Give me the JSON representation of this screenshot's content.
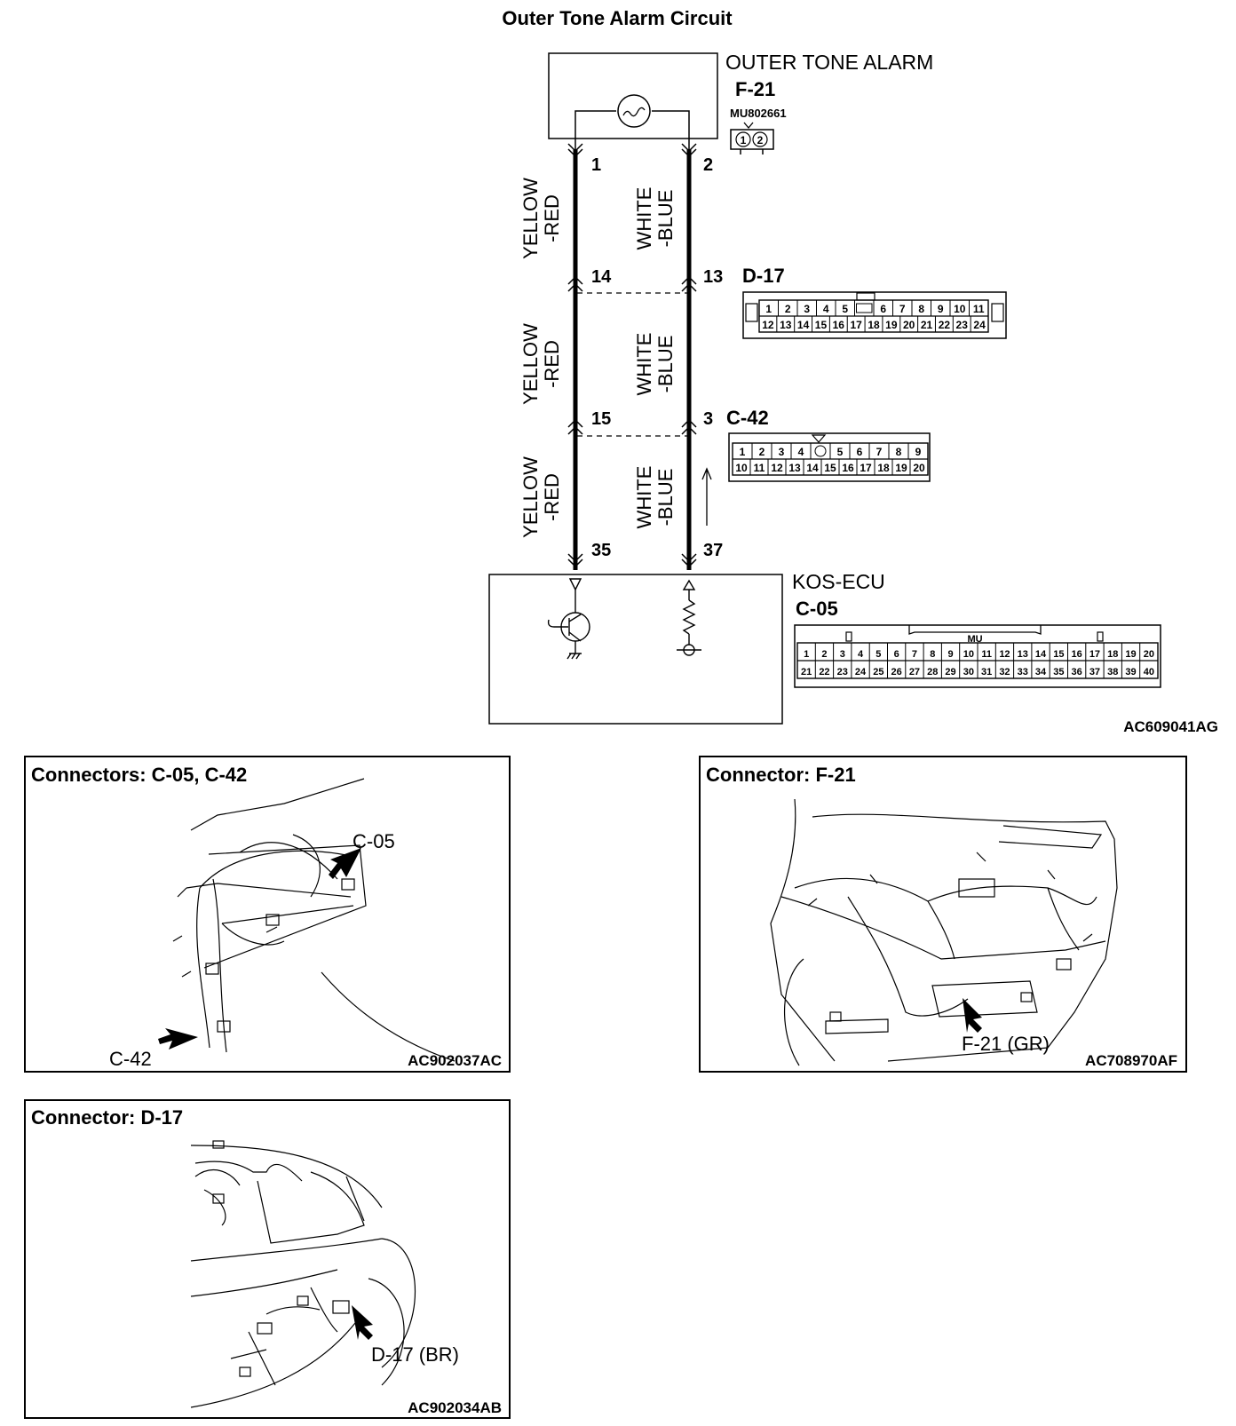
{
  "title": "Outer Tone Alarm Circuit",
  "alarm": {
    "name": "OUTER TONE ALARM",
    "connector": "F-21",
    "part_no": "MU802661",
    "pins": [
      "1",
      "2"
    ],
    "terminal_left": "1",
    "terminal_right": "2"
  },
  "wires": {
    "left_color_1": "YELLOW",
    "left_color_2": "-RED",
    "right_color_1": "WHITE",
    "right_color_2": "-BLUE"
  },
  "d17": {
    "label": "D-17",
    "terminal_left": "14",
    "terminal_right": "13",
    "row1": [
      "1",
      "2",
      "3",
      "4",
      "5",
      "",
      "6",
      "7",
      "8",
      "9",
      "10",
      "11"
    ],
    "row2": [
      "12",
      "13",
      "14",
      "15",
      "16",
      "17",
      "18",
      "19",
      "20",
      "21",
      "22",
      "23",
      "24"
    ]
  },
  "c42": {
    "label": "C-42",
    "terminal_left": "15",
    "terminal_right": "3",
    "row1": [
      "1",
      "2",
      "3",
      "4",
      "",
      "5",
      "6",
      "7",
      "8",
      "9"
    ],
    "row2": [
      "10",
      "11",
      "12",
      "13",
      "14",
      "15",
      "16",
      "17",
      "18",
      "19",
      "20"
    ]
  },
  "ecu": {
    "name": "KOS-ECU",
    "connector": "C-05",
    "terminal_left": "35",
    "terminal_right": "37",
    "tag": "MU",
    "row1": [
      "1",
      "2",
      "3",
      "4",
      "5",
      "6",
      "7",
      "8",
      "9",
      "10",
      "11",
      "12",
      "13",
      "14",
      "15",
      "16",
      "17",
      "18",
      "19",
      "20"
    ],
    "row2": [
      "21",
      "22",
      "23",
      "24",
      "25",
      "26",
      "27",
      "28",
      "29",
      "30",
      "31",
      "32",
      "33",
      "34",
      "35",
      "36",
      "37",
      "38",
      "39",
      "40"
    ]
  },
  "diagram_code": "AC609041AG",
  "panels": {
    "p1": {
      "title": "Connectors: C-05, C-42",
      "label_a": "C-05",
      "label_b": "C-42",
      "code": "AC902037AC"
    },
    "p2": {
      "title": "Connector: F-21",
      "label_a": "F-21 (GR)",
      "code": "AC708970AF"
    },
    "p3": {
      "title": "Connector: D-17",
      "label_a": "D-17 (BR)",
      "code": "AC902034AB"
    }
  }
}
